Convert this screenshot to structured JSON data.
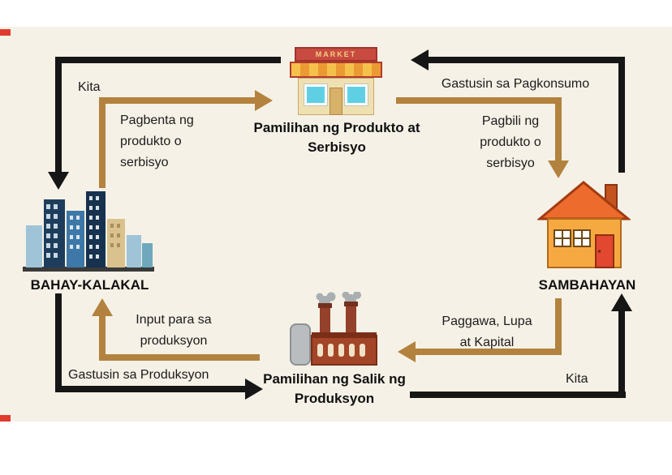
{
  "canvas": {
    "panel_color": "#f6f1e6",
    "arrow_black": "#161616",
    "arrow_brown": "#b2823e",
    "artifact_color": "#e03b2e"
  },
  "nodes": {
    "product_market": {
      "sign_text": "MARKET",
      "label_lines": [
        "Pamilihan ng Produkto at",
        "Serbisyo"
      ]
    },
    "firms": {
      "label": "BAHAY-KALAKAL"
    },
    "households": {
      "label": "SAMBAHAYAN"
    },
    "factor_market": {
      "label_lines": [
        "Pamilihan ng Salik ng",
        "Produksyon"
      ]
    }
  },
  "flows": {
    "income_to_firms": {
      "label": "Kita"
    },
    "selling_products": {
      "lines": [
        "Pagbenta ng",
        "produkto o",
        "serbisyo"
      ]
    },
    "consumption_spending": {
      "label": "Gastusin sa Pagkonsumo"
    },
    "buying_products": {
      "lines": [
        "Pagbili ng",
        "produkto o",
        "serbisyo"
      ]
    },
    "production_inputs": {
      "lines": [
        "Input para sa",
        "produksyon"
      ]
    },
    "production_spending": {
      "label": "Gastusin sa Produksyon"
    },
    "factor_services": {
      "lines": [
        "Paggawa, Lupa",
        "at Kapital"
      ]
    },
    "income_to_households": {
      "label": "Kita"
    }
  }
}
